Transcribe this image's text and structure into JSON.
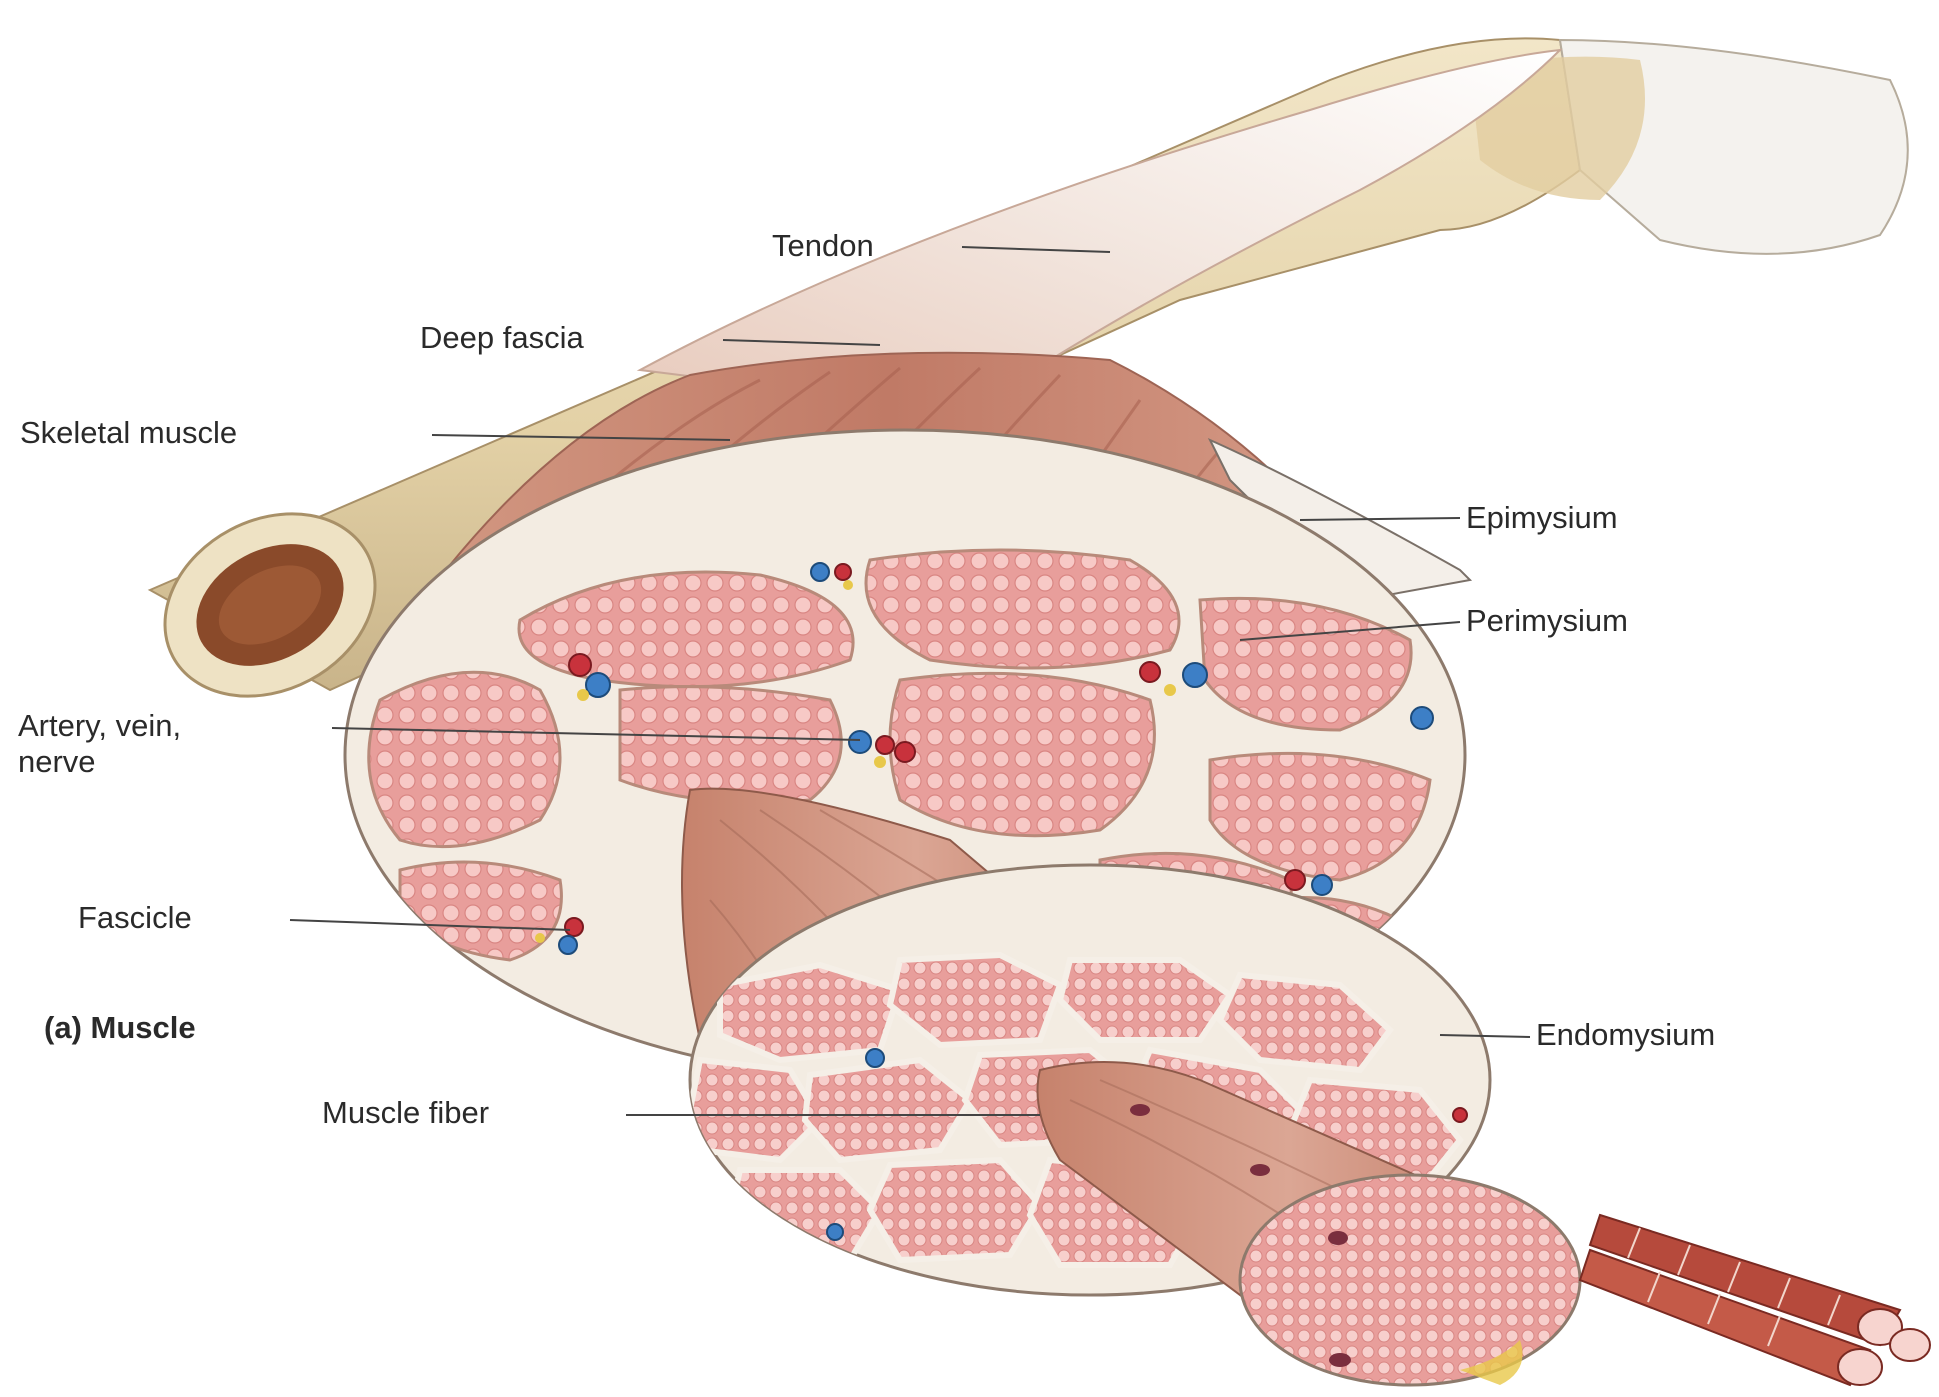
{
  "diagram": {
    "caption": "(a) Muscle",
    "labels": {
      "tendon": "Tendon",
      "deep_fascia": "Deep fascia",
      "skeletal_muscle": "Skeletal muscle",
      "epimysium": "Epimysium",
      "perimysium": "Perimysium",
      "artery_vein_nerve": "Artery, vein,\nnerve",
      "fascicle": "Fascicle",
      "endomysium": "Endomysium",
      "muscle_fiber": "Muscle fiber"
    },
    "colors": {
      "bone": "#e6d6b0",
      "marrow": "#8a4a2a",
      "muscle": "#c98a76",
      "muscle_dark": "#b26a58",
      "fascia": "#f3ece4",
      "fascicle_fill": "#e8a4a2",
      "fiber_dot": "#f6c7c4",
      "artery": "#c8323c",
      "vein": "#3d7fc6",
      "nerve": "#e8c84a",
      "leader_line": "#444444"
    }
  }
}
